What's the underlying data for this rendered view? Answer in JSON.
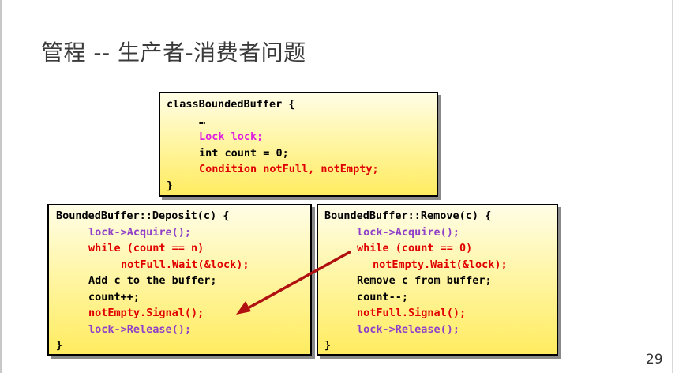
{
  "slide": {
    "title": "管程 -- 生产者-消费者问题",
    "page_number": "29"
  },
  "class_box": {
    "lines": [
      "classBoundedBuffer {",
      "…",
      "Lock lock;",
      "int count = 0;",
      "Condition notFull, notEmpty;",
      "}"
    ]
  },
  "deposit_box": {
    "lines": [
      "BoundedBuffer::Deposit(c) {",
      "lock->Acquire();",
      "while (count == n)",
      "notFull.Wait(&lock);",
      "Add c to the buffer;",
      "count++;",
      "notEmpty.Signal();",
      "lock->Release();",
      "}"
    ]
  },
  "remove_box": {
    "lines": [
      "BoundedBuffer::Remove(c) {",
      "lock->Acquire();",
      "while (count == 0)",
      "notEmpty.Wait(&lock);",
      "Remove c from buffer;",
      "count--;",
      "notFull.Signal();",
      "lock->Release();",
      "}"
    ]
  },
  "colors": {
    "lock": "#e020e0",
    "condition": "#e00000",
    "acquire_release": "#9040c8",
    "arrow": "#b01010",
    "box_fill_top": "#fffde6",
    "box_fill_bottom": "#ffec60"
  }
}
